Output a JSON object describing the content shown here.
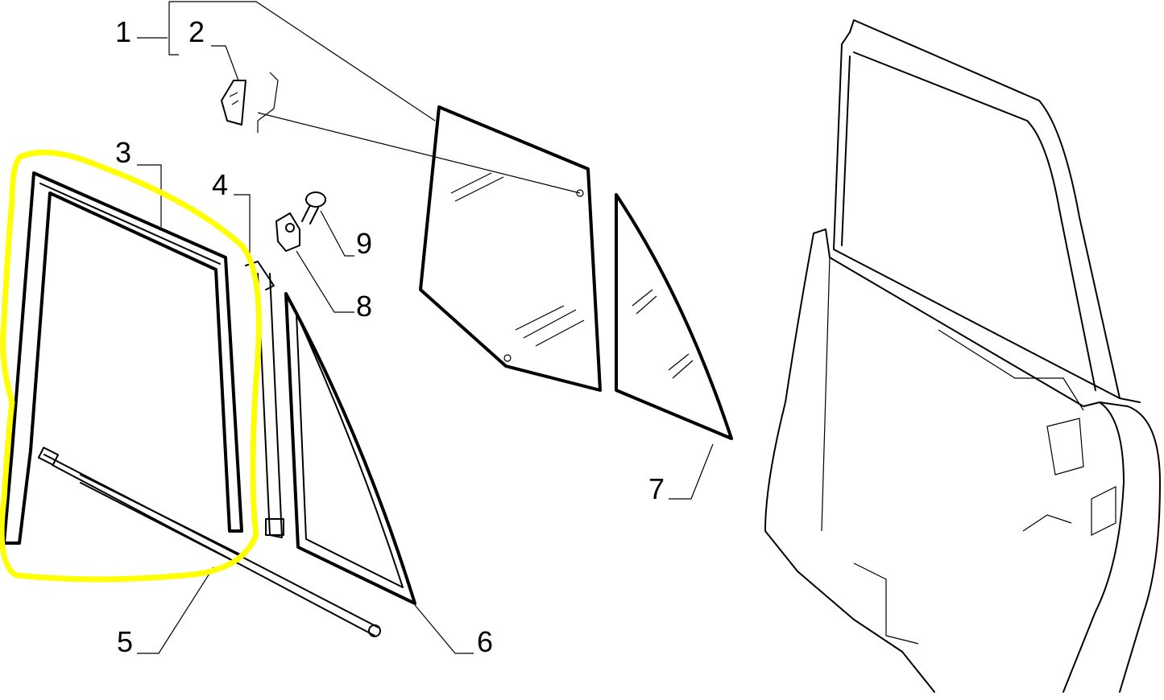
{
  "diagram": {
    "callouts": [
      {
        "id": "1",
        "label": "1"
      },
      {
        "id": "2",
        "label": "2"
      },
      {
        "id": "3",
        "label": "3"
      },
      {
        "id": "4",
        "label": "4"
      },
      {
        "id": "5",
        "label": "5"
      },
      {
        "id": "6",
        "label": "6"
      },
      {
        "id": "7",
        "label": "7"
      },
      {
        "id": "8",
        "label": "8"
      },
      {
        "id": "9",
        "label": "9"
      }
    ],
    "highlight_color": "#ffff00",
    "highlighted_part": "3"
  }
}
